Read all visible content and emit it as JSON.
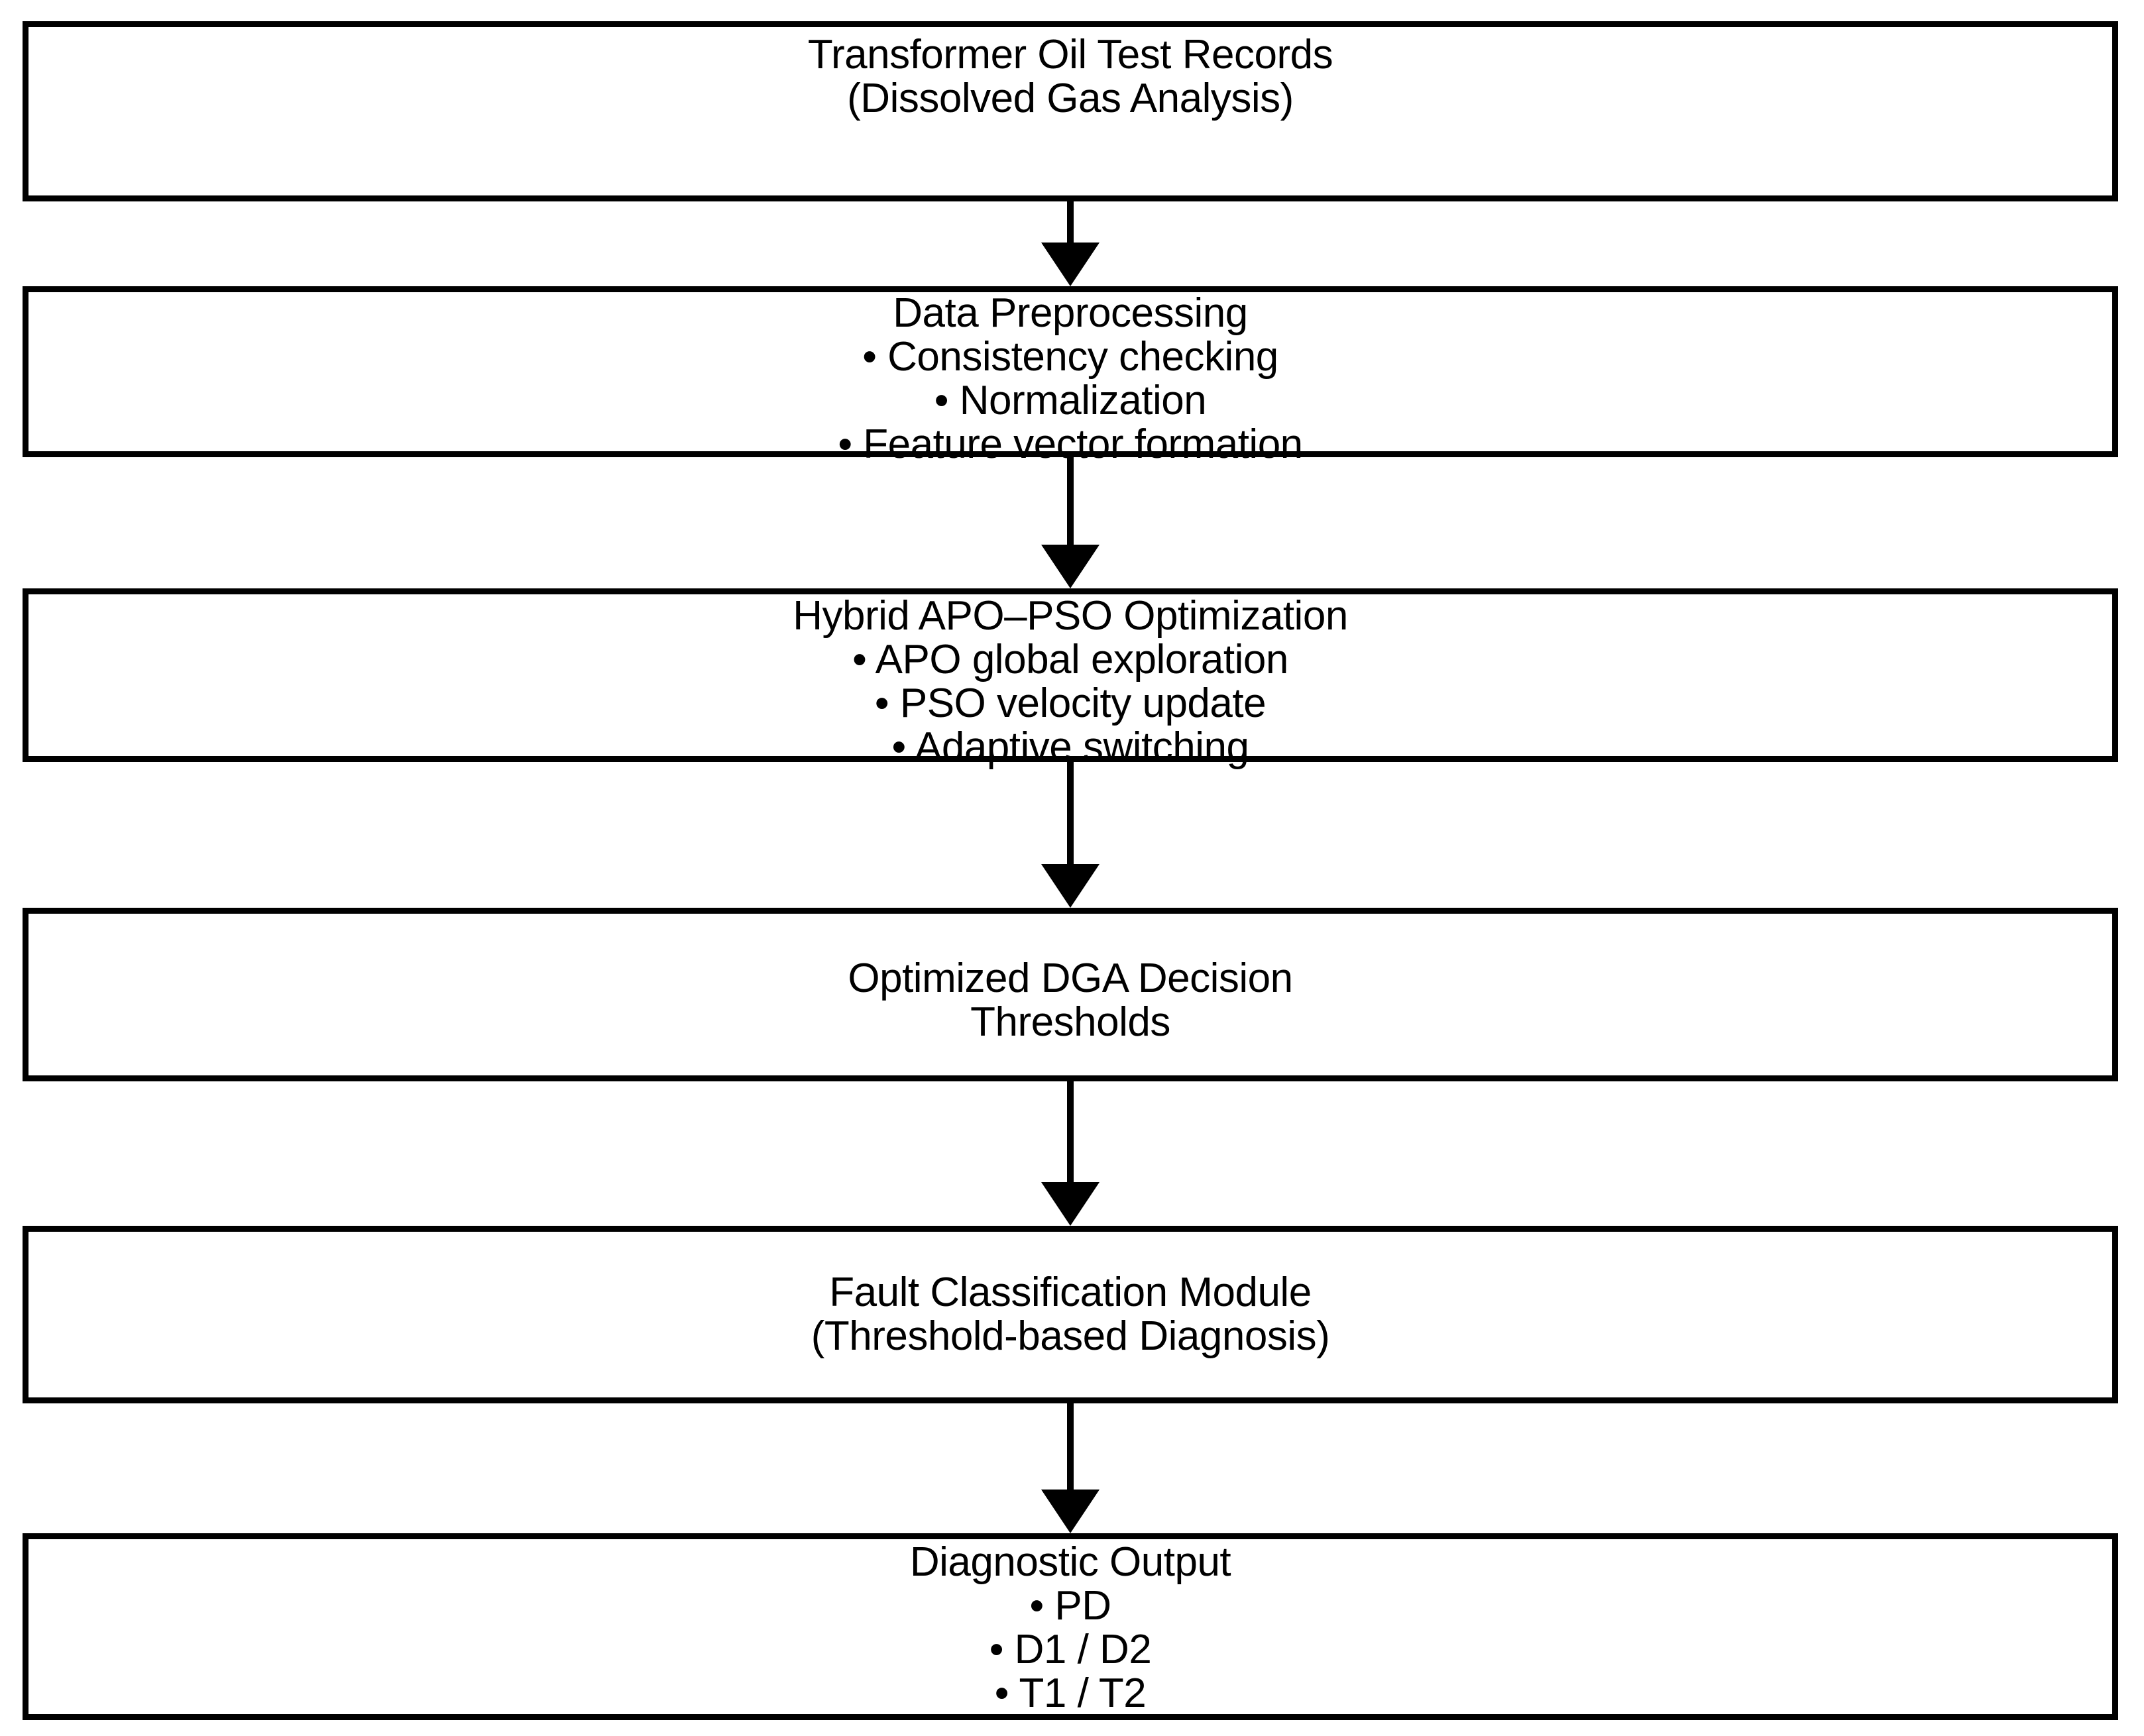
{
  "diagram": {
    "type": "flowchart",
    "orientation": "top-to-bottom",
    "style": {
      "box_border_color": "#000000",
      "box_fill_color": "#ffffff",
      "text_color": "#000000",
      "arrow_color": "#000000",
      "background_color": "#ffffff"
    },
    "nodes": [
      {
        "id": "node-1",
        "name": "transformer-oil-test-records",
        "lines": [
          "Transformer Oil Test Records",
          "(Dissolved Gas Analysis)"
        ]
      },
      {
        "id": "node-2",
        "name": "data-preprocessing",
        "lines": [
          "Data Preprocessing",
          "• Consistency checking",
          "• Normalization",
          "• Feature vector formation"
        ]
      },
      {
        "id": "node-3",
        "name": "hybrid-apo-pso-optimization",
        "lines": [
          "Hybrid APO–PSO Optimization",
          "• APO global exploration",
          "• PSO velocity update",
          "• Adaptive switching"
        ]
      },
      {
        "id": "node-4",
        "name": "optimized-dga-decision-thresholds",
        "lines": [
          "Optimized DGA Decision",
          "Thresholds"
        ]
      },
      {
        "id": "node-5",
        "name": "fault-classification-module",
        "lines": [
          "Fault Classification Module",
          "(Threshold-based Diagnosis)"
        ]
      },
      {
        "id": "node-6",
        "name": "diagnostic-output",
        "lines": [
          "Diagnostic Output",
          "• PD",
          "• D1 / D2",
          "• T1 / T2"
        ]
      }
    ],
    "edges": [
      {
        "from": "node-1",
        "to": "node-2",
        "arrow": "down"
      },
      {
        "from": "node-2",
        "to": "node-3",
        "arrow": "down"
      },
      {
        "from": "node-3",
        "to": "node-4",
        "arrow": "down"
      },
      {
        "from": "node-4",
        "to": "node-5",
        "arrow": "down"
      },
      {
        "from": "node-5",
        "to": "node-6",
        "arrow": "down"
      }
    ]
  }
}
